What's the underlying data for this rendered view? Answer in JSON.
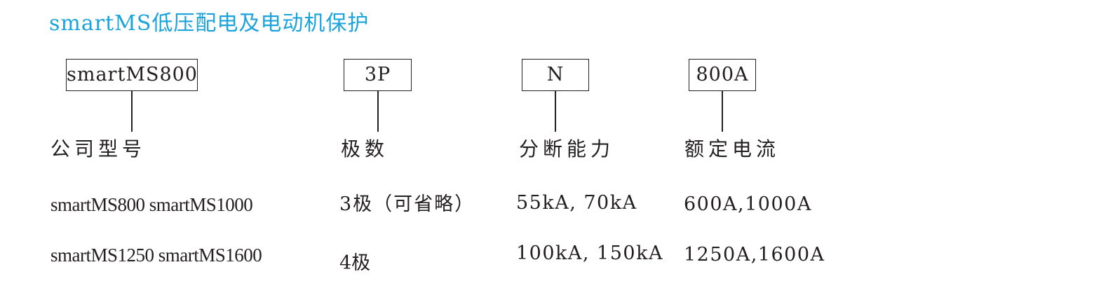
{
  "title": "smartMS低压配电及电动机保护",
  "columns": [
    {
      "code": "smartMS800",
      "label": "公司型号",
      "values": [
        "smartMS800 smartMS1000",
        "smartMS1250 smartMS1600"
      ]
    },
    {
      "code": "3P",
      "label": "极数",
      "values": [
        "3极（可省略）",
        "4极"
      ]
    },
    {
      "code": "N",
      "label": "分断能力",
      "values": [
        "55kA, 70kA",
        "100kA, 150kA"
      ]
    },
    {
      "code": "800A",
      "label": "额定电流",
      "values": [
        "600A,1000A",
        "1250A,1600A"
      ]
    }
  ],
  "colors": {
    "title": "#1aa3dc",
    "text": "#231f20"
  }
}
